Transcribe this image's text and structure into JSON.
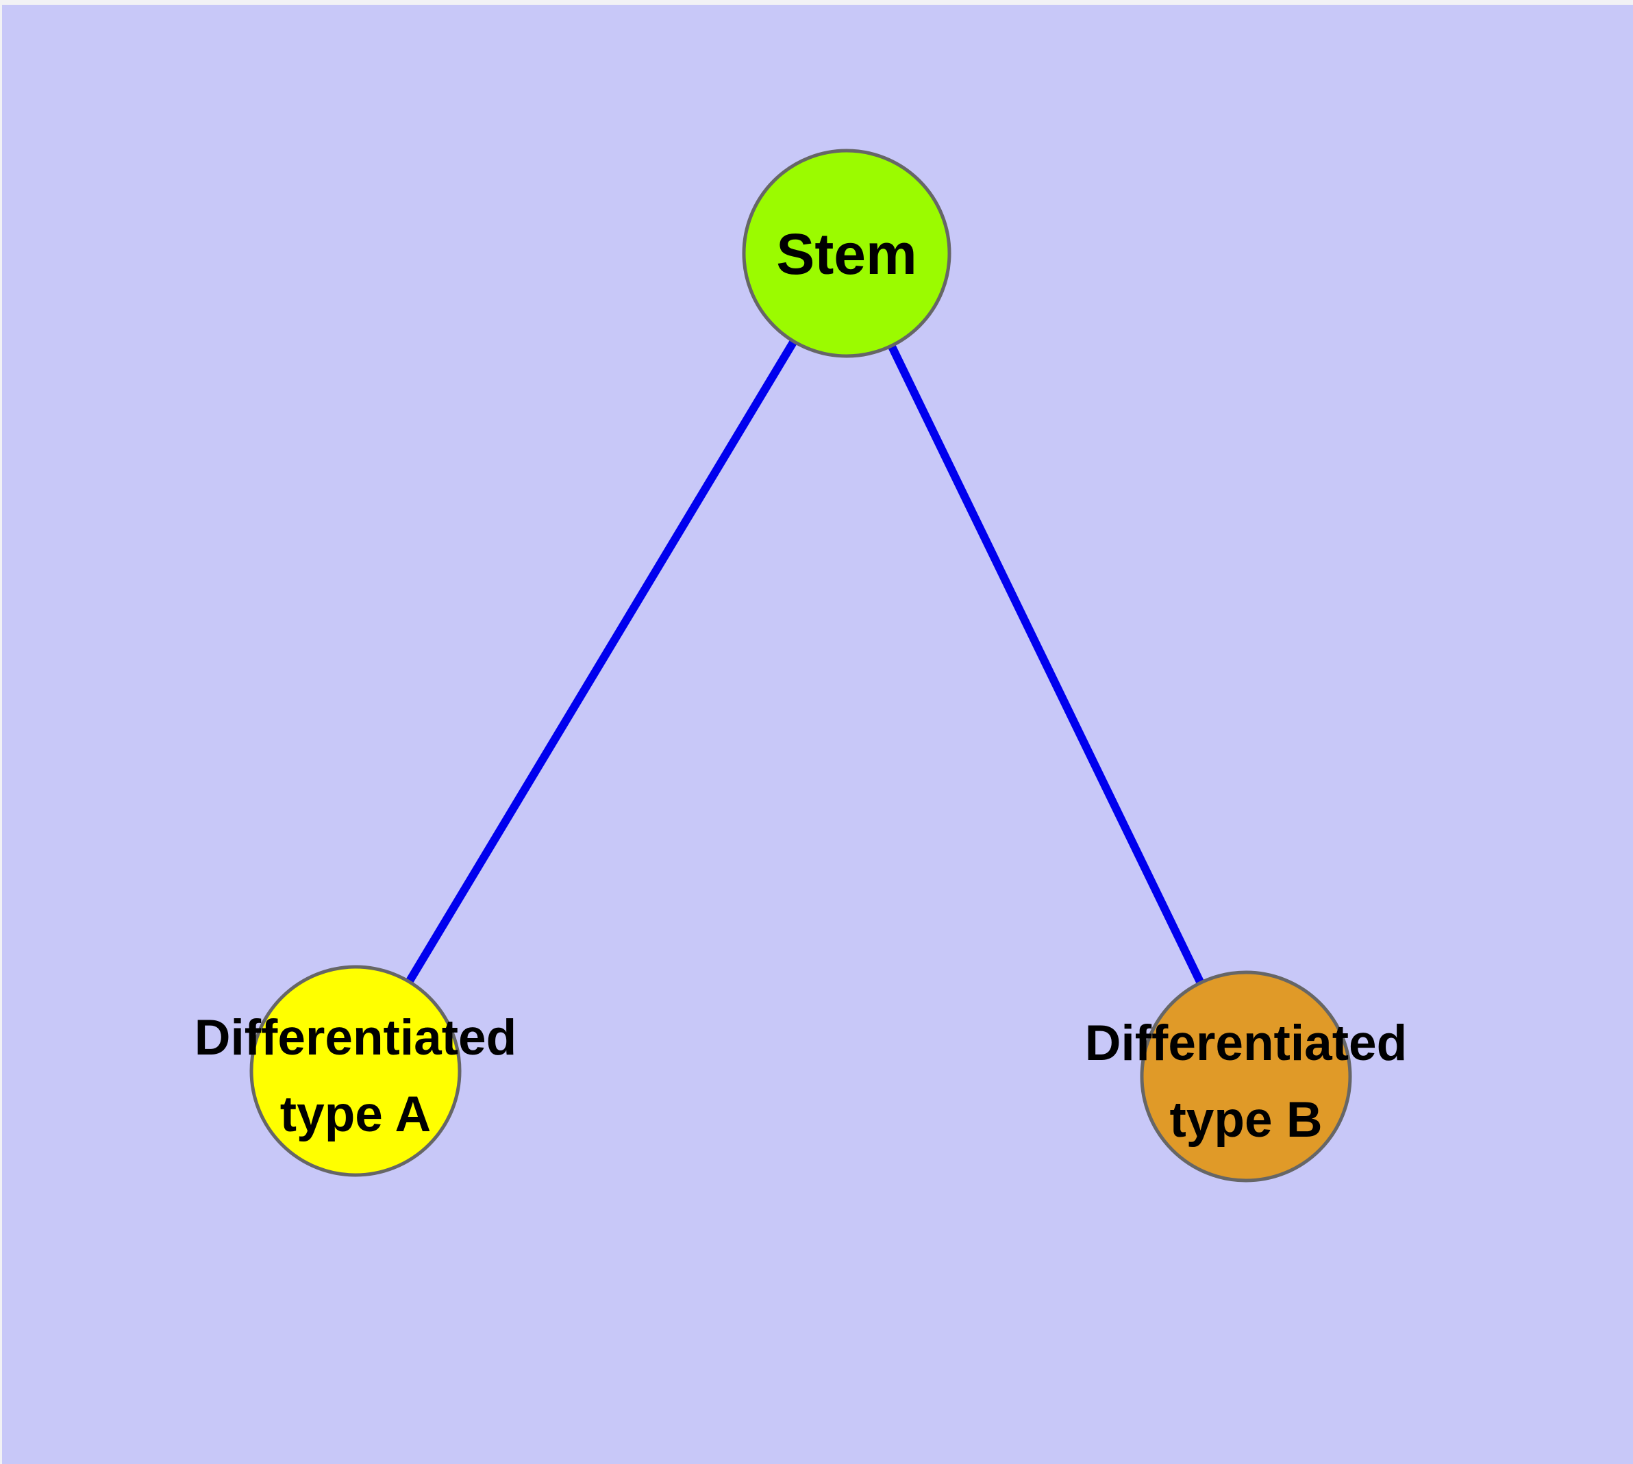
{
  "colors": {
    "background": "#C8C8F8",
    "frame_strip": "#F2F2F5",
    "edge": "#0000EE",
    "node_border": "#666666",
    "text": "#000000"
  },
  "nodes": {
    "stem": {
      "label": "Stem",
      "fill": "#9BFB00"
    },
    "type_a": {
      "label_line1": "Differentiated",
      "label_line2": "type A",
      "fill": "#FFFF00"
    },
    "type_b": {
      "label_line1": "Differentiated",
      "label_line2": "type B",
      "fill": "#E09A28"
    }
  },
  "edges": [
    {
      "from": "Stem",
      "to": "Differentiated type A"
    },
    {
      "from": "Stem",
      "to": "Differentiated type B"
    }
  ]
}
